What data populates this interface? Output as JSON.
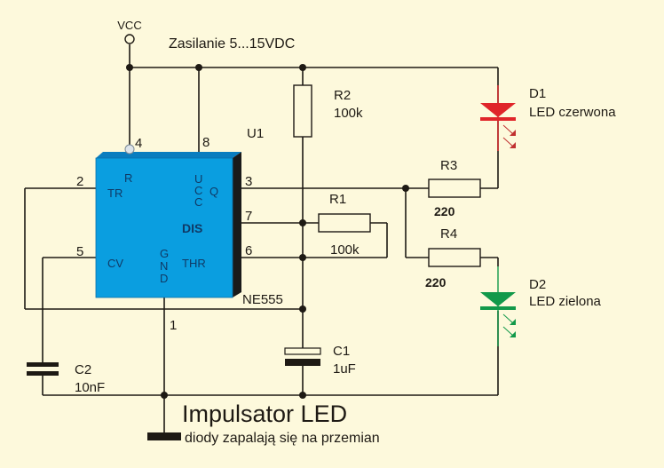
{
  "title": "Impulsator LED",
  "subtitle": "diody zapalają się na przemian",
  "supply": {
    "terminal": "VCC",
    "label": "Zasilanie 5...15VDC"
  },
  "ic": {
    "ref": "U1",
    "part": "NE555",
    "color": "#0a9ee0",
    "pins": {
      "p4": "4",
      "p8": "8",
      "p2": "2",
      "p5": "5",
      "p3": "3",
      "p7": "7",
      "p6": "6",
      "p1": "1"
    },
    "inner": {
      "r": "R",
      "tr": "TR",
      "cv": "CV",
      "ucc_u": "U",
      "ucc_c1": "C",
      "ucc_c2": "C",
      "q": "Q",
      "dis": "DIS",
      "thr": "THR",
      "gnd_g": "G",
      "gnd_n": "N",
      "gnd_d": "D"
    }
  },
  "components": {
    "r1": {
      "ref": "R1",
      "value": "100k"
    },
    "r2": {
      "ref": "R2",
      "value": "100k"
    },
    "r3": {
      "ref": "R3",
      "value": "220"
    },
    "r4": {
      "ref": "R4",
      "value": "220"
    },
    "c1": {
      "ref": "C1",
      "value": "1uF"
    },
    "c2": {
      "ref": "C2",
      "value": "10nF"
    },
    "d1": {
      "ref": "D1",
      "desc": "LED czerwona",
      "color": "#e0252a"
    },
    "d2": {
      "ref": "D2",
      "desc": "LED zielona",
      "color": "#12994a"
    }
  }
}
